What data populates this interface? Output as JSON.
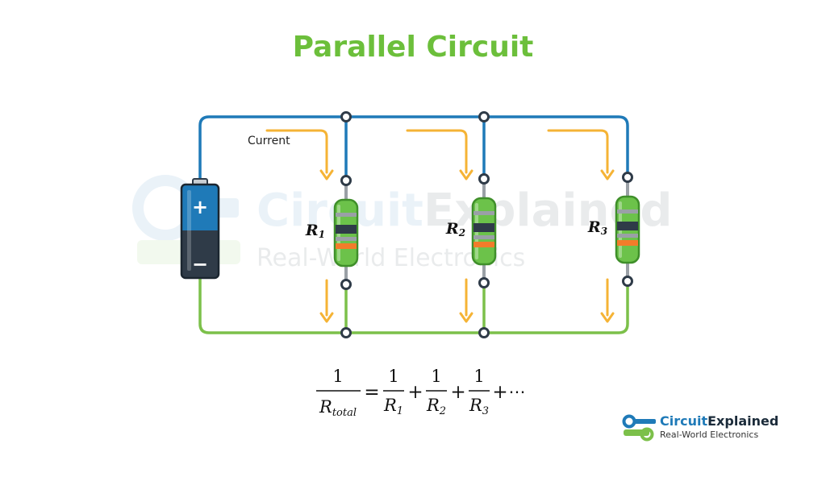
{
  "title": "Parallel Circuit",
  "current_label": "Current",
  "battery": {
    "plus": "+",
    "minus": "−"
  },
  "resistors": [
    {
      "symbol": "R",
      "subscript": "1"
    },
    {
      "symbol": "R",
      "subscript": "2"
    },
    {
      "symbol": "R",
      "subscript": "3"
    }
  ],
  "formula": {
    "numerator": "1",
    "lhs_symbol": "R",
    "lhs_subscript": "total",
    "equals": "=",
    "plus": "+",
    "terms": [
      {
        "symbol": "R",
        "subscript": "1"
      },
      {
        "symbol": "R",
        "subscript": "2"
      },
      {
        "symbol": "R",
        "subscript": "3"
      }
    ],
    "ellipsis": "⋯"
  },
  "watermark": {
    "part1": "Circuit",
    "part2": "Explained",
    "tagline": "Real-World Electronics"
  },
  "logo": {
    "part1": "Circuit",
    "part2": "Explained",
    "tagline": "Real-World Electronics"
  },
  "colors": {
    "title": "#6cbf3b",
    "positive_wire": "#1f7ab8",
    "negative_wire": "#7cc04a",
    "node_stroke": "#2f3b48",
    "current_arrow": "#f5b335",
    "resistor_body": "#6cc24a",
    "resistor_outline": "#3f8f2a",
    "band_dark": "#2f3b48",
    "band_gray": "#9aa0a6",
    "band_orange": "#f27c2a",
    "battery_top": "#1f7ab8",
    "battery_bottom": "#2f3b48",
    "logo_blue": "#1f7ab8",
    "logo_green": "#7cc04a",
    "logo_text": "#1b2b3a"
  }
}
